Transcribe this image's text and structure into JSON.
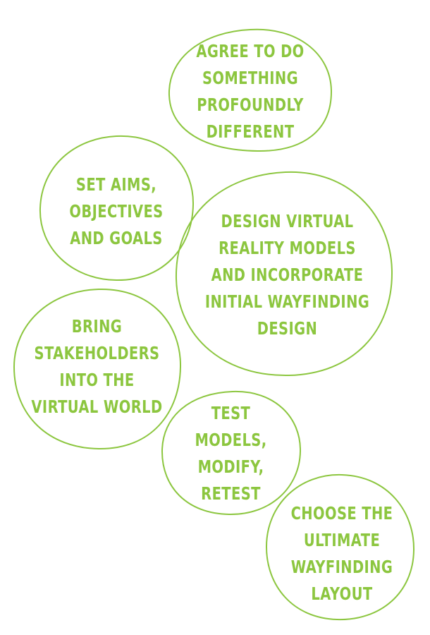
{
  "diagram": {
    "steps": [
      {
        "id": "agree",
        "label": "AGREE TO DO\nSOMETHING\nPROFOUNDLY\nDIFFERENT"
      },
      {
        "id": "aims",
        "label": "SET AIMS,\nOBJECTIVES\nAND GOALS"
      },
      {
        "id": "design",
        "label": "DESIGN VIRTUAL\nREALITY MODELS\nAND INCORPORATE\nINITIAL WAYFINDING\nDESIGN"
      },
      {
        "id": "stakeholders",
        "label": "BRING\nSTAKEHOLDERS\nINTO THE\nVIRTUAL WORLD"
      },
      {
        "id": "test",
        "label": "TEST MODELS,\nMODIFY,\nRETEST"
      },
      {
        "id": "choose",
        "label": "CHOOSE THE\nULTIMATE\nWAYFINDING\nLAYOUT"
      }
    ],
    "colors": {
      "text": "#8cc63f",
      "outline_light": "#8cc63f",
      "outline_dark": "#5f7f3a"
    }
  }
}
